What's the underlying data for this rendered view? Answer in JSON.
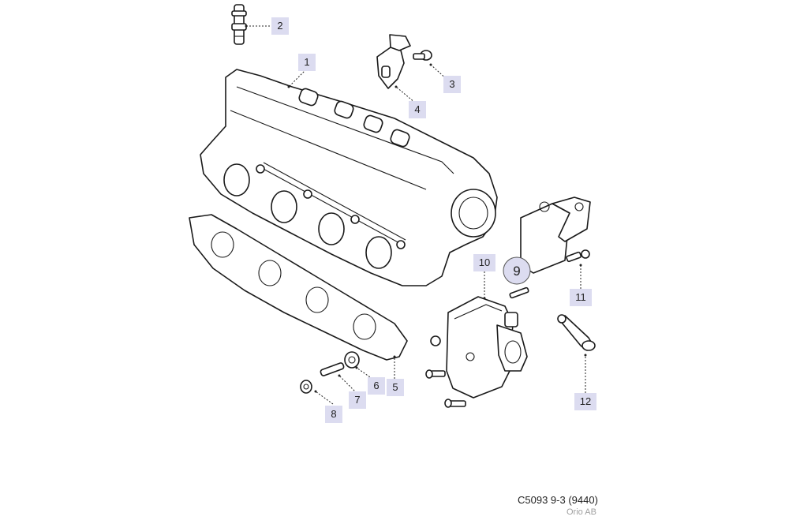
{
  "diagram": {
    "callouts": [
      {
        "id": "callout-1",
        "label": "1"
      },
      {
        "id": "callout-2",
        "label": "2"
      },
      {
        "id": "callout-3",
        "label": "3"
      },
      {
        "id": "callout-4",
        "label": "4"
      },
      {
        "id": "callout-5",
        "label": "5"
      },
      {
        "id": "callout-6",
        "label": "6"
      },
      {
        "id": "callout-7",
        "label": "7"
      },
      {
        "id": "callout-8",
        "label": "8"
      },
      {
        "id": "callout-9",
        "label": "9"
      },
      {
        "id": "callout-10",
        "label": "10"
      },
      {
        "id": "callout-11",
        "label": "11"
      },
      {
        "id": "callout-12",
        "label": "12"
      }
    ],
    "caption_code": "C5093 9-3 (9440)",
    "caption_owner": "Orio AB",
    "colors": {
      "callout_fill": "#dcdcf0",
      "line": "#1a1a1a",
      "owner_text": "#a0a0a0"
    }
  }
}
